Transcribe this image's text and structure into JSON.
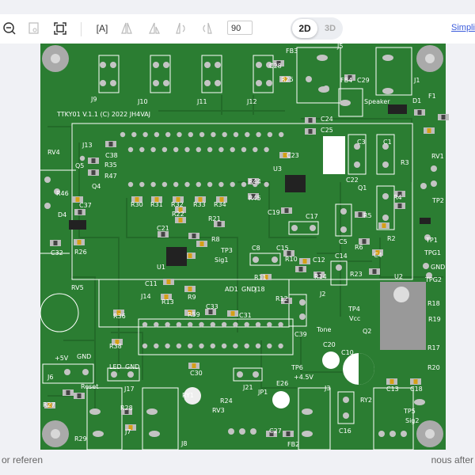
{
  "toolbar": {
    "icons": [
      "zoom-out-icon",
      "zoom-fit-icon",
      "fit-screen-icon",
      "text-icon",
      "flip-horizontal-icon",
      "flip-vertical-icon",
      "rotate-left-icon",
      "rotate-right-icon"
    ],
    "text_icon_label": "[A]",
    "angle_value": "90",
    "view_2d": "2D",
    "view_3d": "3D",
    "active_view": "2D",
    "link_label": "Simpli"
  },
  "background_notes": {
    "left": "or referen",
    "right": "nous after"
  },
  "pcb": {
    "board_color": "#2b7d32",
    "trace_color": "#236b29",
    "silk_color": "#ffffff",
    "pad_color": "#b4b4b4",
    "copper_pad_color": "#d4a017",
    "title": "TTKY01 V.1.1 (C) 2022 JH4VAJ",
    "labels": [
      "J9",
      "J10",
      "J11",
      "J12",
      "J5",
      "J1",
      "D1",
      "F1",
      "FB3",
      "C28",
      "R25",
      "FB4",
      "C29",
      "Speaker",
      "C24",
      "C25",
      "J13",
      "C38",
      "R35",
      "R47",
      "RV4",
      "Q5",
      "Q4",
      "R46",
      "C37",
      "D4",
      "C32",
      "R26",
      "R30",
      "R31",
      "R32",
      "R33",
      "R34",
      "R22",
      "R21",
      "C21",
      "U1",
      "R8",
      "TP3",
      "Sig1",
      "C23",
      "U3",
      "R44",
      "R45",
      "C19",
      "C17",
      "C22",
      "C3",
      "C1",
      "R3",
      "RV1",
      "Q1",
      "R5",
      "R2",
      "R6",
      "C5",
      "R4",
      "TP2",
      "TP1",
      "TPG1",
      "GND",
      "TPG2",
      "C14",
      "C4",
      "R23",
      "R10",
      "C15",
      "C12",
      "C8",
      "R11",
      "R12",
      "R14",
      "J2",
      "TP4",
      "Vcc",
      "Tone",
      "C39",
      "Q2",
      "U2",
      "J14",
      "C11",
      "R13",
      "R9",
      "R59",
      "C33",
      "C31",
      "AD1",
      "GND",
      "J18",
      "RV5",
      "R36",
      "R38",
      "C20",
      "C10",
      "+5V",
      "GND",
      "J6",
      "LED",
      "GND",
      "J17",
      "C30",
      "TP6",
      "+4.5V",
      "J21",
      "JP1",
      "E26",
      "J3",
      "RY1",
      "R24",
      "RV3",
      "R27",
      "Reset",
      "C16",
      "RY2",
      "TP5",
      "Sig2",
      "C27",
      "FB2",
      "J8",
      "J7",
      "R28",
      "R29",
      "C18",
      "C13",
      "R17",
      "R18",
      "R19",
      "R20"
    ]
  }
}
